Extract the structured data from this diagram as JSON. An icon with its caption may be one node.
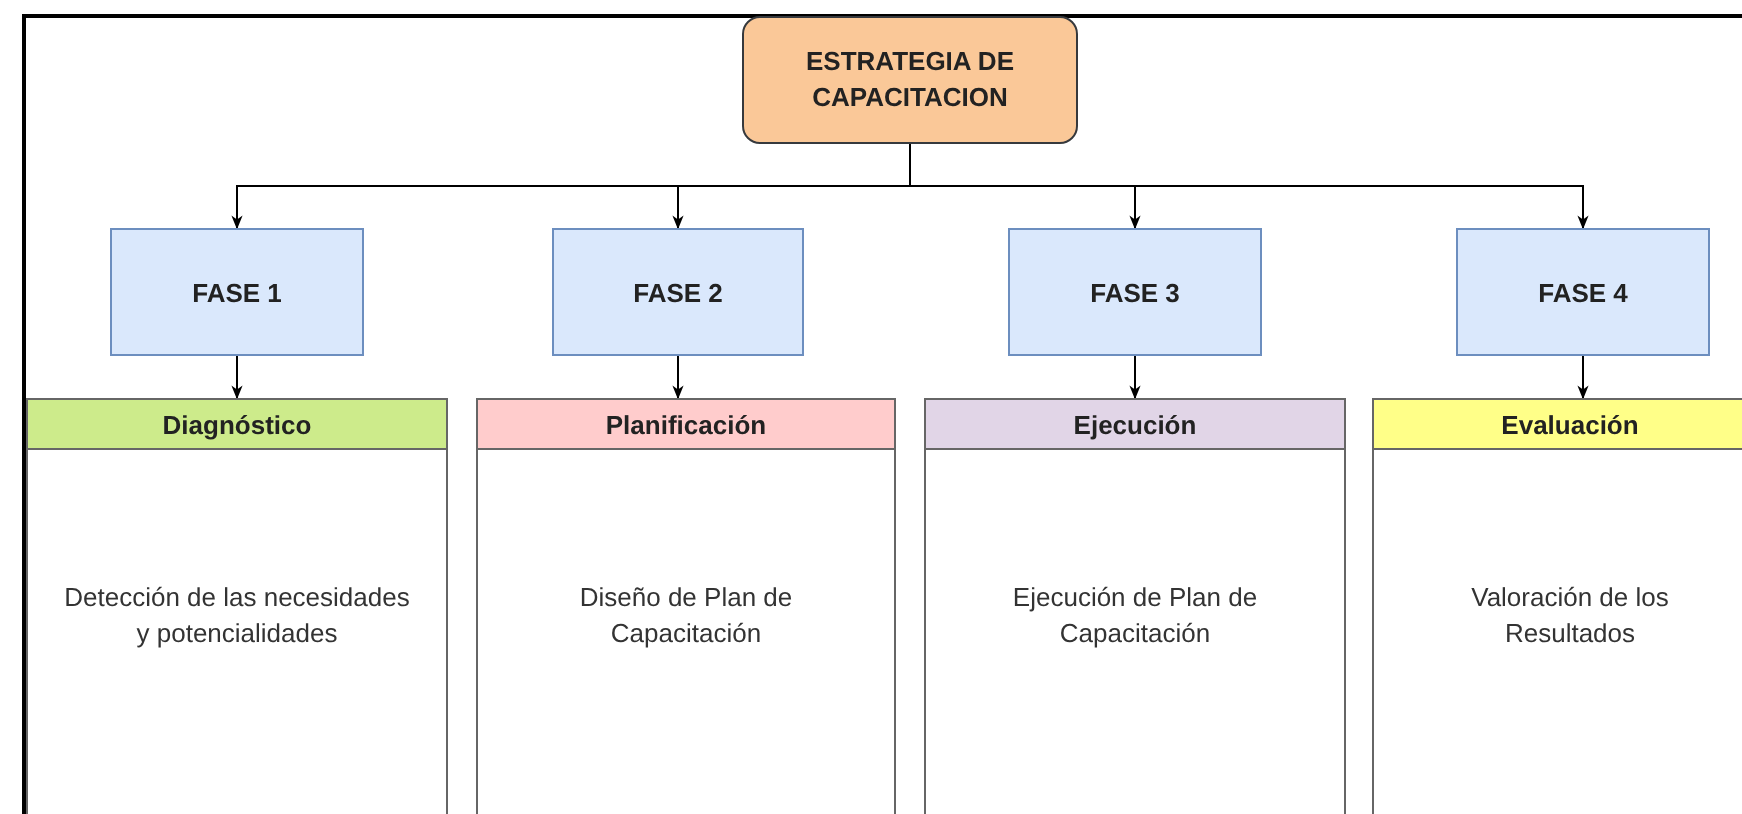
{
  "diagram": {
    "nodes": [
      {
        "text": [
          "ESTRATEGIA DE CAPACITACION"
        ]
      },
      {
        "text": [
          "FASE 1"
        ]
      },
      {
        "text": [
          "FASE 2"
        ]
      },
      {
        "text": [
          "FASE 3"
        ]
      },
      {
        "text": [
          "FASE 4"
        ]
      },
      {
        "text": [
          "Diagnóstico",
          "Detección de las necesidades y potencialidades"
        ]
      },
      {
        "text": [
          "Planificación",
          "Diseño de Plan de Capacitación"
        ]
      },
      {
        "text": [
          "Ejecución",
          "Ejecución de Plan de Capacitación"
        ]
      },
      {
        "text": [
          "Evaluación",
          "Valoración de los Resultados"
        ]
      }
    ],
    "edges": [
      {
        "from": 0,
        "to": 1,
        "arrow": "to"
      },
      {
        "from": 0,
        "to": 2,
        "arrow": "to"
      },
      {
        "from": 0,
        "to": 3,
        "arrow": "to"
      },
      {
        "from": 0,
        "to": 4,
        "arrow": "to"
      },
      {
        "from": 1,
        "to": 5,
        "arrow": "to"
      },
      {
        "from": 2,
        "to": 6,
        "arrow": "to"
      },
      {
        "from": 3,
        "to": 7,
        "arrow": "to"
      },
      {
        "from": 4,
        "to": 8,
        "arrow": "to"
      }
    ]
  }
}
